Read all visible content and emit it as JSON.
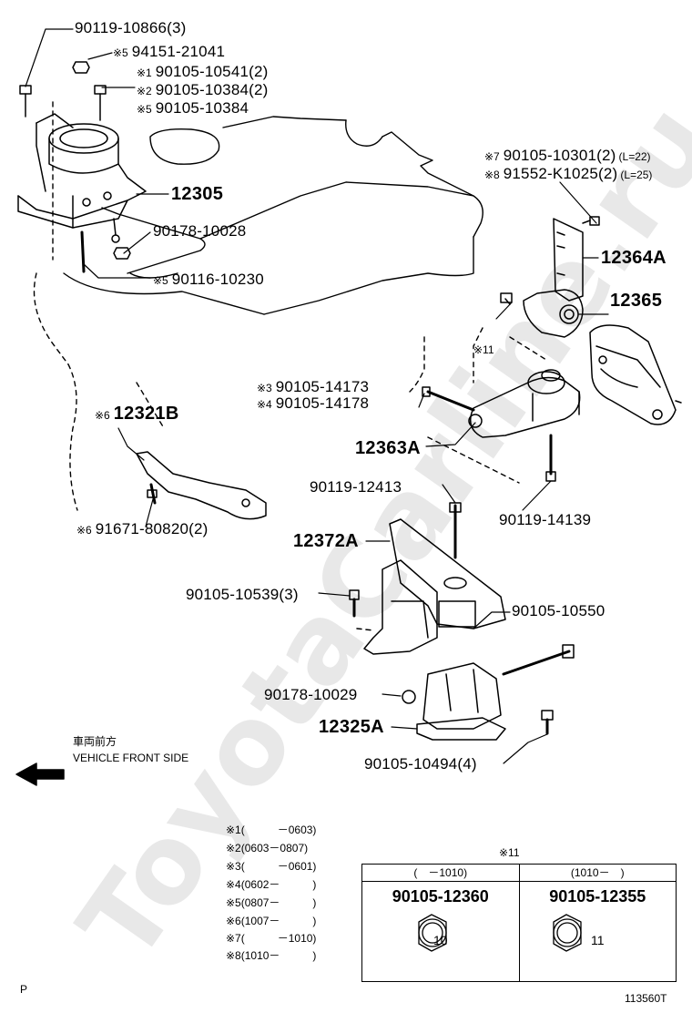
{
  "watermark": "ToyotaCarline.ru",
  "callouts": [
    {
      "id": "c1",
      "mark": "",
      "part": "90119-10866(3)"
    },
    {
      "id": "c2",
      "mark": "※5",
      "part": "94151-21041"
    },
    {
      "id": "c3",
      "mark": "※1",
      "part": "90105-10541(2)"
    },
    {
      "id": "c4",
      "mark": "※2",
      "part": "90105-10384(2)"
    },
    {
      "id": "c5",
      "mark": "※5",
      "part": "90105-10384"
    },
    {
      "id": "c6",
      "mark": "",
      "part": "12305"
    },
    {
      "id": "c7",
      "mark": "",
      "part": "90178-10028"
    },
    {
      "id": "c8",
      "mark": "※5",
      "part": "90116-10230"
    },
    {
      "id": "c9",
      "mark": "※7",
      "part": "90105-10301(2)",
      "note": "(L=22)"
    },
    {
      "id": "c10",
      "mark": "※8",
      "part": "91552-K1025(2)",
      "note": "(L=25)"
    },
    {
      "id": "c11",
      "mark": "",
      "part": "12364A"
    },
    {
      "id": "c12",
      "mark": "",
      "part": "12365"
    },
    {
      "id": "c13",
      "mark": "※11",
      "part": ""
    },
    {
      "id": "c14",
      "mark": "※3",
      "part": "90105-14173"
    },
    {
      "id": "c15",
      "mark": "※4",
      "part": "90105-14178"
    },
    {
      "id": "c16",
      "mark": "※6",
      "part": "12321B"
    },
    {
      "id": "c17",
      "mark": "",
      "part": "12363A"
    },
    {
      "id": "c18",
      "mark": "",
      "part": "90119-12413"
    },
    {
      "id": "c19",
      "mark": "",
      "part": "90119-14139"
    },
    {
      "id": "c20",
      "mark": "※6",
      "part": "91671-80820(2)"
    },
    {
      "id": "c21",
      "mark": "",
      "part": "12372A"
    },
    {
      "id": "c22",
      "mark": "",
      "part": "90105-10539(3)"
    },
    {
      "id": "c23",
      "mark": "",
      "part": "90105-10550"
    },
    {
      "id": "c24",
      "mark": "",
      "part": "90178-10029"
    },
    {
      "id": "c25",
      "mark": "",
      "part": "12325A"
    },
    {
      "id": "c26",
      "mark": "",
      "part": "90105-10494(4)"
    }
  ],
  "direction": {
    "jp": "車両前方",
    "en": "VEHICLE FRONT SIDE"
  },
  "legend": [
    {
      "mark": "※1",
      "range": "(　　　－0603)"
    },
    {
      "mark": "※2",
      "range": "(0603－0807)"
    },
    {
      "mark": "※3",
      "range": "(　　　－0601)"
    },
    {
      "mark": "※4",
      "range": "(0602－　　　)"
    },
    {
      "mark": "※5",
      "range": "(0807－　　　)"
    },
    {
      "mark": "※6",
      "range": "(1007－　　　)"
    },
    {
      "mark": "※7",
      "range": "(　　　－1010)"
    },
    {
      "mark": "※8",
      "range": "(1010－　　　)"
    }
  ],
  "option_table": {
    "mark": "※11",
    "columns": [
      {
        "period": "(　－1010)",
        "part": "90105-12360",
        "size": "10"
      },
      {
        "period": "(1010－　)",
        "part": "90105-12355",
        "size": "11"
      }
    ]
  },
  "corner_left": "P",
  "figure_id": "113560T"
}
